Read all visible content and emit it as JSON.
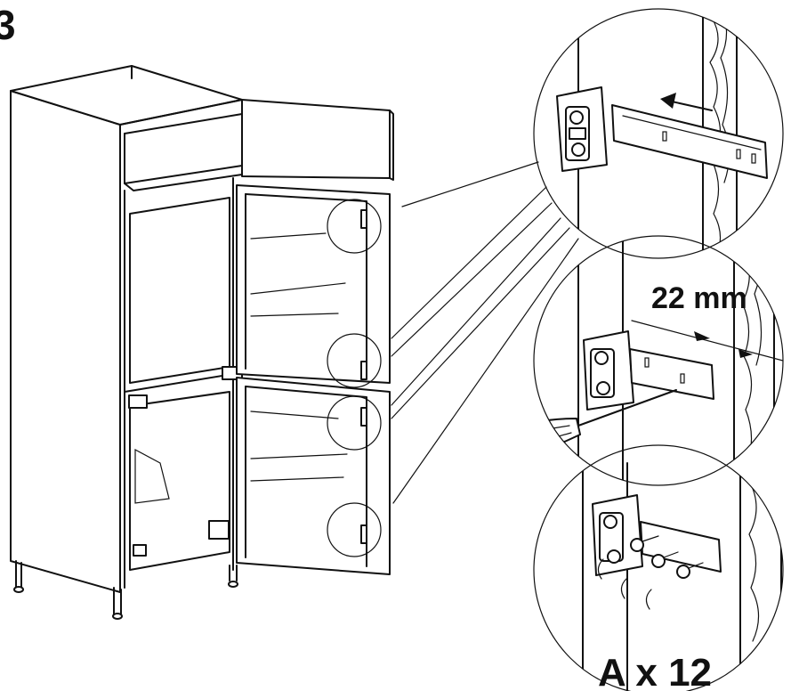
{
  "figure": {
    "step_number": "3",
    "dimension_label": "22 mm",
    "quantity_label": "A x 12"
  },
  "colors": {
    "line": "#111111",
    "background": "#ffffff"
  }
}
